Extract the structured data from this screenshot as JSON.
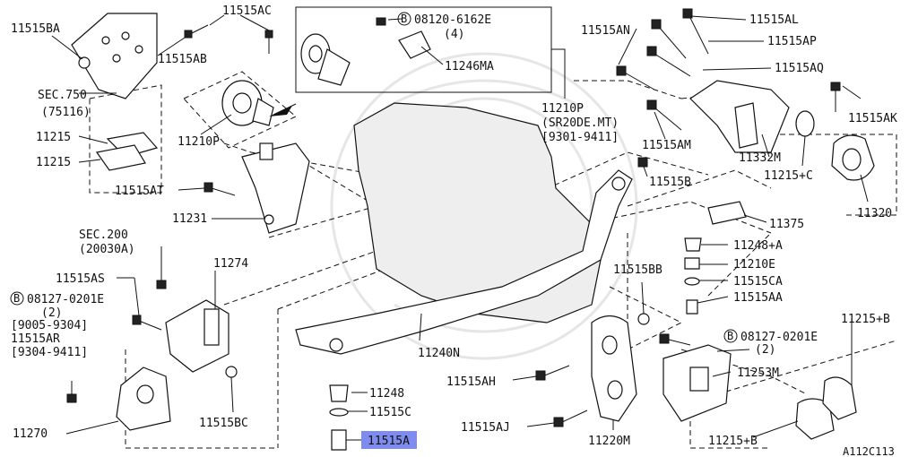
{
  "diagram": {
    "labels": {
      "p11515BA": "11515BA",
      "p11515AC": "11515AC",
      "p11515AB": "11515AB",
      "sec750": "SEC.750",
      "sec750_sub": "(75116)",
      "p11215_a": "11215",
      "p11215_b": "11215",
      "p11210P": "11210P",
      "p11515AT": "11515AT",
      "p11231": "11231",
      "bolt_b": "B",
      "part_08120": "08120-6162E",
      "qty_4": "(4)",
      "p11246MA": "11246MA",
      "p11210P_right": "11210P",
      "variant_sr20": "(SR20DE.MT)",
      "date_9301": "[9301-9411]",
      "p11515AN": "11515AN",
      "p11515AL": "11515AL",
      "p11515AP": "11515AP",
      "p11515AQ": "11515AQ",
      "p11515AK": "11515AK",
      "p11515AM": "11515AM",
      "p11332M": "11332M",
      "p11215C": "11215+C",
      "p11320": "11320",
      "p11515B": "11515B",
      "p11375": "11375",
      "p11248A": "11248+A",
      "p11210E": "11210E",
      "p11515CA": "11515CA",
      "p11515AA": "11515AA",
      "sec200": "SEC.200",
      "sec200_sub": "(20030A)",
      "p11274": "11274",
      "p11515AS": "11515AS",
      "bolt_b2": "B",
      "part_08127_left": "08127-0201E",
      "qty_2_left": "(2)",
      "date_9005": "[9005-9304]",
      "p11515AR": "11515AR",
      "date_9304": "[9304-9411]",
      "p11270": "11270",
      "p11515BC": "11515BC",
      "p11240N": "11240N",
      "p11248": "11248",
      "p11515C": "11515C",
      "p11515A": "11515A",
      "p11515BB": "11515BB",
      "p11515AH": "11515AH",
      "p11515AJ": "11515AJ",
      "p11220M": "11220M",
      "bolt_b3": "B",
      "part_08127_right": "08127-0201E",
      "qty_2_right": "(2)",
      "p11253M": "11253M",
      "p11215B_top": "11215+B",
      "p11215B_bottom": "11215+B",
      "diagram_code": "A112C113"
    },
    "highlight_color": "#7e8cf0"
  }
}
